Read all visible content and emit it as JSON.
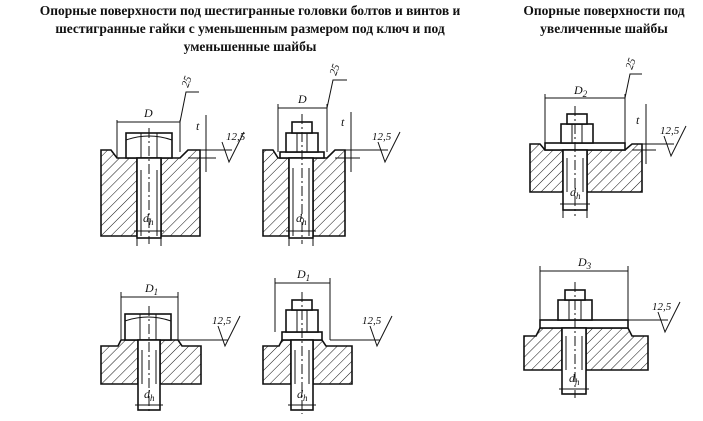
{
  "headings": {
    "left": [
      "Опорные поверхности под шестигранные головки болтов и винтов и",
      "шестигранные гайки с уменьшенным размером под ключ и под",
      "уменьшенные шайбы"
    ],
    "right": [
      "Опорные поверхности под",
      "увеличенные шайбы"
    ]
  },
  "labels": {
    "D": "D",
    "D1": "D",
    "D1_sub": "1",
    "D2": "D",
    "D2_sub": "2",
    "D3": "D",
    "D3_sub": "3",
    "dh": "d",
    "dh_sub": "h",
    "t": "t",
    "r25": "25",
    "r125": "12,5"
  }
}
